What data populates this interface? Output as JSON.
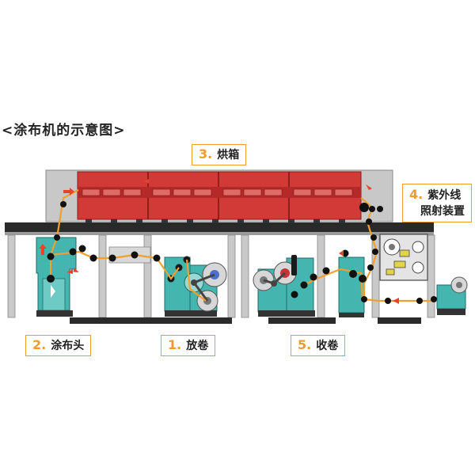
{
  "title": "<涂布机的示意图>",
  "labels": {
    "oven": {
      "num": "3.",
      "text": "烘箱"
    },
    "uv": {
      "num": "4.",
      "line1": "紫外线",
      "line2": "照射装置"
    },
    "coater": {
      "num": "2.",
      "text": "涂布头"
    },
    "unwind": {
      "num": "1.",
      "text": "放卷"
    },
    "rewind": {
      "num": "5.",
      "text": "收卷"
    }
  },
  "colors": {
    "oven_red": "#d23a37",
    "machine_teal": "#45b5b0",
    "frame_gray": "#c8c8c8",
    "web_orange": "#f0a030",
    "arrow_red": "#e8442a",
    "label_border": "#f29a2e"
  }
}
